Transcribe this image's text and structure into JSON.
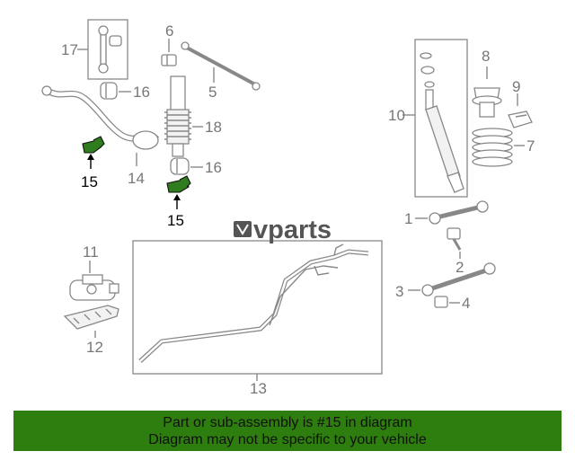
{
  "logo": {
    "text": "vparts"
  },
  "callouts": {
    "c1": "1",
    "c2": "2",
    "c3": "3",
    "c4": "4",
    "c5": "5",
    "c6": "6",
    "c7": "7",
    "c8": "8",
    "c9": "9",
    "c10": "10",
    "c11": "11",
    "c12": "12",
    "c13": "13",
    "c14": "14",
    "c15a": "15",
    "c15b": "15",
    "c16a": "16",
    "c16b": "16",
    "c17": "17",
    "c18": "18"
  },
  "banner": {
    "line1": "Part or sub-assembly is #15 in diagram",
    "line2": "Diagram may not be specific to your vehicle"
  },
  "colors": {
    "highlight": "#2f7d1f",
    "banner": "#2e7d0f",
    "linework": "#888888"
  }
}
